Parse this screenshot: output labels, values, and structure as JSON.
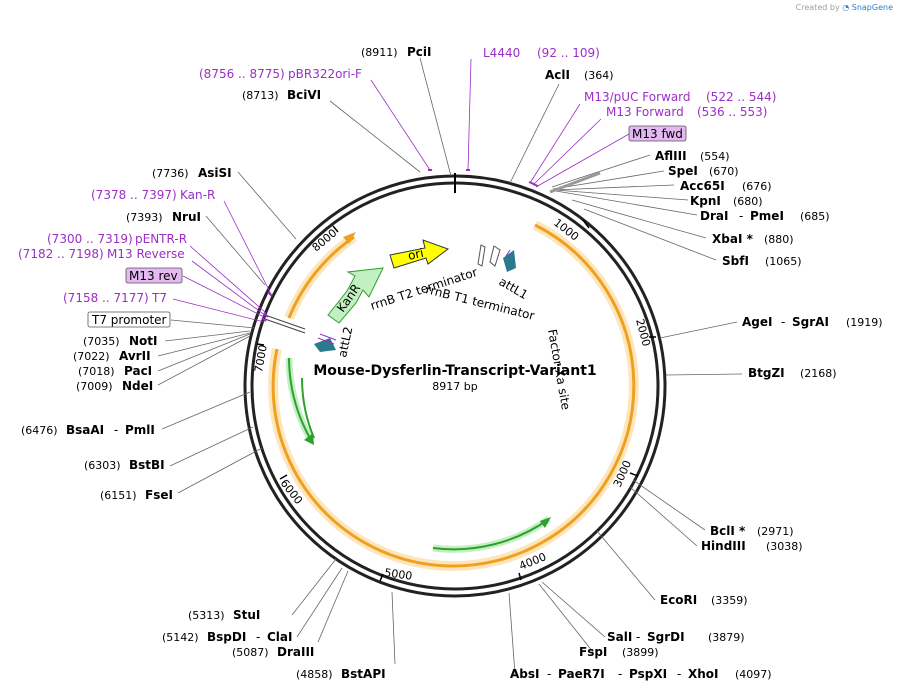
{
  "credit": {
    "prefix": "Created by",
    "brand": "SnapGene"
  },
  "plasmid": {
    "name": "Mouse-Dysferlin-Transcript-Variant1",
    "length": "8917 bp"
  },
  "ticks": [
    "1000",
    "2000",
    "3000",
    "4000",
    "5000",
    "6000",
    "7000",
    "8000"
  ],
  "features": {
    "ori": "ori",
    "kanr": "KanR",
    "rrnb_t2": "rrnB T2 terminator",
    "rrnb_t1": "rrnB T1 terminator",
    "attl1": "attL1",
    "attl2": "attL2",
    "factor_xa": "Factor Xa site"
  },
  "enzymes": {
    "pcii": {
      "name": "PciI",
      "pos": "(8911)"
    },
    "acli": {
      "name": "AclI",
      "pos": "(364)"
    },
    "bcivi": {
      "name": "BciVI",
      "pos": "(8713)"
    },
    "aflii": {
      "name": "AflIII",
      "pos": "(554)"
    },
    "spei": {
      "name": "SpeI",
      "pos": "(670)"
    },
    "acc65i": {
      "name": "Acc65I",
      "pos": "(676)"
    },
    "kpni": {
      "name": "KpnI",
      "pos": "(680)"
    },
    "drai_pmei": {
      "name": "DraI",
      "name2": "PmeI",
      "sep": "-",
      "pos": "(685)"
    },
    "xbai": {
      "name": "XbaI *",
      "pos": "(880)"
    },
    "sbfi": {
      "name": "SbfI",
      "pos": "(1065)"
    },
    "agei": {
      "name": "AgeI",
      "name2": "SgrAI",
      "sep": "-",
      "pos": "(1919)"
    },
    "btgzi": {
      "name": "BtgZI",
      "pos": "(2168)"
    },
    "bcli": {
      "name": "BclI *",
      "pos": "(2971)"
    },
    "hindiii": {
      "name": "HindIII",
      "pos": "(3038)"
    },
    "ecori": {
      "name": "EcoRI",
      "pos": "(3359)"
    },
    "sali": {
      "name": "SalI",
      "name2": "SgrDI",
      "sep": "-",
      "pos": "(3879)"
    },
    "fspi": {
      "name": "FspI",
      "pos": "(3899)"
    },
    "absi": {
      "name": "AbsI",
      "name2": "PaeR7I",
      "name3": "PspXI",
      "name4": "XhoI",
      "sep": "-",
      "pos": "(4097)"
    },
    "bstapi": {
      "name": "BstAPI",
      "pos": "(4858)"
    },
    "draiii": {
      "name": "DraIII",
      "pos": "(5087)"
    },
    "bspdi": {
      "name": "BspDI",
      "name2": "ClaI",
      "sep": "-",
      "pos": "(5142)"
    },
    "stui": {
      "name": "StuI",
      "pos": "(5313)"
    },
    "fsei": {
      "name": "FseI",
      "pos": "(6151)"
    },
    "bstbi": {
      "name": "BstBI",
      "pos": "(6303)"
    },
    "bsaai": {
      "name": "BsaAI",
      "name2": "PmlI",
      "sep": "-",
      "pos": "(6476)"
    },
    "ndei": {
      "name": "NdeI",
      "pos": "(7009)"
    },
    "paci": {
      "name": "PacI",
      "pos": "(7018)"
    },
    "avrii": {
      "name": "AvrII",
      "pos": "(7022)"
    },
    "noti": {
      "name": "NotI",
      "pos": "(7035)"
    },
    "nrui": {
      "name": "NruI",
      "pos": "(7393)"
    },
    "asisi": {
      "name": "AsiSI",
      "pos": "(7736)"
    }
  },
  "primers": {
    "l4440": {
      "name": "L4440",
      "pos": "(92 .. 109)"
    },
    "pbr322": {
      "name": "pBR322ori-F",
      "pos": "(8756 .. 8775)"
    },
    "m13puc": {
      "name": "M13/pUC Forward",
      "pos": "(522 .. 544)"
    },
    "m13fwd_range": {
      "name": "M13 Forward",
      "pos": "(536 .. 553)"
    },
    "m13fwd_box": "M13 fwd",
    "kanr": {
      "name": "Kan-R",
      "pos": "(7378 .. 7397)"
    },
    "pentr": {
      "name": "pENTR-R",
      "pos": "(7300 .. 7319)"
    },
    "m13rev": {
      "name": "M13 Reverse",
      "pos": "(7182 .. 7198)"
    },
    "m13rev_box": "M13 rev",
    "t7": {
      "name": "T7",
      "pos": "(7158 .. 7177)"
    },
    "t7promoter_box": "T7 promoter"
  },
  "colors": {
    "primer": "#9b2fc6",
    "primer_box": "#e4b8f2",
    "ori": "#ffff00",
    "kanr": "#c2f0c2",
    "cds": "#f0a020",
    "cds_halo": "#fde6bc",
    "green_arrow": "#2ea02e",
    "att": "#2b7a8c"
  }
}
